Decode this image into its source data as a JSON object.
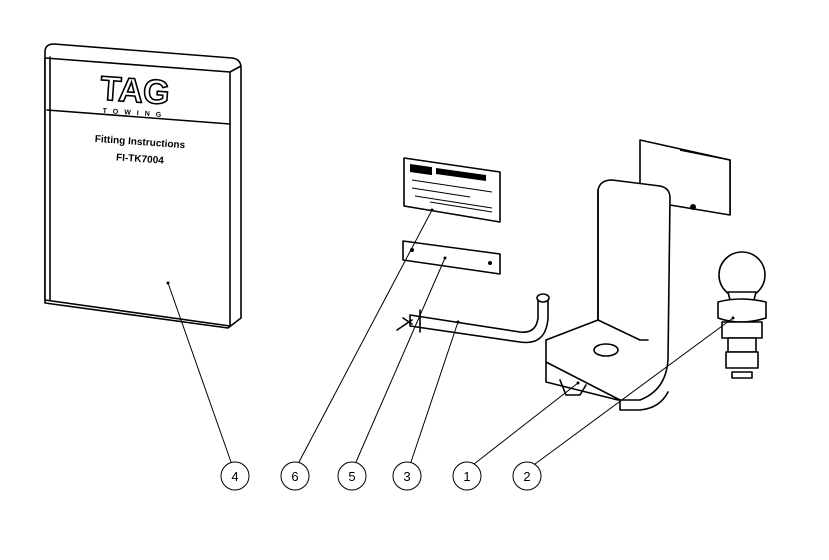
{
  "book": {
    "logo": "TAG",
    "logo_sub": "TOWING",
    "title": "Fitting Instructions",
    "code": "FI-TK7004"
  },
  "balloons": [
    {
      "label": "4",
      "part": "fitting-instructions"
    },
    {
      "label": "6",
      "part": "label-plate"
    },
    {
      "label": "5",
      "part": "flat-bar"
    },
    {
      "label": "3",
      "part": "hitch-pin"
    },
    {
      "label": "1",
      "part": "drop-shank"
    },
    {
      "label": "2",
      "part": "tow-ball"
    }
  ]
}
